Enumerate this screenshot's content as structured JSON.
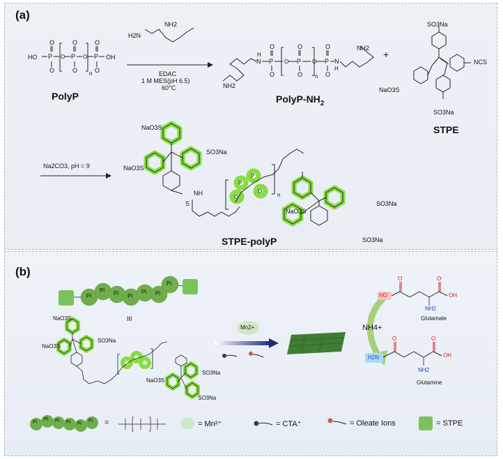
{
  "panel_a": {
    "label": "(a)",
    "polyp": {
      "name": "PolyP",
      "n": "n",
      "end_left": "HO",
      "end_right": "OH"
    },
    "reagent": {
      "conditions_1": "EDAC",
      "conditions_2": "1 M MES(pH 6.5)",
      "conditions_3": "60°C",
      "nh2_a": "H2N",
      "nh2_b": "NH2"
    },
    "polyp_nh2": {
      "name": "PolyP-NH",
      "name_sub": "2",
      "nh2_top": "NH2",
      "nh2_bottom": "NH2",
      "n": "n"
    },
    "plus": "+",
    "stpe": {
      "name": "STPE",
      "so3na_top": "SO3Na",
      "ncs": "NCS",
      "nao3s_left": "NaO3S",
      "so3na_bottom": "SO3Na"
    },
    "step2": {
      "conditions": "Na2CO3, pH = 9"
    },
    "stpe_polyp": {
      "name": "STPE-polyP",
      "nao3s_a": "NaO3S",
      "so3na_a": "SO3Na",
      "nao3s_b": "NaO3S",
      "nao3s_c": "NaO3S",
      "so3na_c": "SO3Na",
      "so3na_d": "SO3Na",
      "n": "n",
      "nh": "NH",
      "s": "S"
    }
  },
  "panel_b": {
    "label": "(b)",
    "pi_beads": [
      "Pi",
      "Pi",
      "Pi",
      "Pi",
      "Pi",
      "Pi",
      "Pi"
    ],
    "three_bars": "III",
    "mn_bubble": "Mn2+",
    "nh4": "NH4+",
    "glutamate": {
      "name": "Glutamate",
      "ho": "HO",
      "oh": "OH",
      "nh2": "NH2"
    },
    "glutamine": {
      "name": "Glutamine",
      "h2n": "H2N",
      "oh": "OH",
      "nh2": "NH2"
    },
    "mini_stpe": {
      "nao3s_a": "NaO3S",
      "so3na_a": "SO3Na",
      "nao3s_b": "NaO3S",
      "nao3s_c": "NaO3S",
      "so3na_c": "SO3Na",
      "so3na_d": "SO3Na"
    },
    "legend": [
      {
        "key": "pi_chain",
        "label": "="
      },
      {
        "key": "mn",
        "label": "= Mn²⁺"
      },
      {
        "key": "cta",
        "label": "= CTA⁺"
      },
      {
        "key": "oleate",
        "label": "= Oleate Ions"
      },
      {
        "key": "stpe",
        "label": "= STPE"
      }
    ],
    "legend_pi": [
      "Pi",
      "Pi",
      "Pi",
      "Pi",
      "Pi",
      "Pi"
    ]
  },
  "colors": {
    "highlight_green": "#7ddc2e",
    "bead_green": "#6fae4a",
    "stpe_square": "#7cc25a",
    "mn_bubble": "#cfe8c8",
    "arrow_navy": "#1f2a7a",
    "film_green": "#3f7d33",
    "curve_arrow": "#a9cf7a",
    "oxygen_red": "#d21f1f",
    "nitrogen_blue": "#1f3fd2",
    "ho_highlight": "#f6c3c3",
    "h2n_highlight": "#a9dcf4"
  }
}
